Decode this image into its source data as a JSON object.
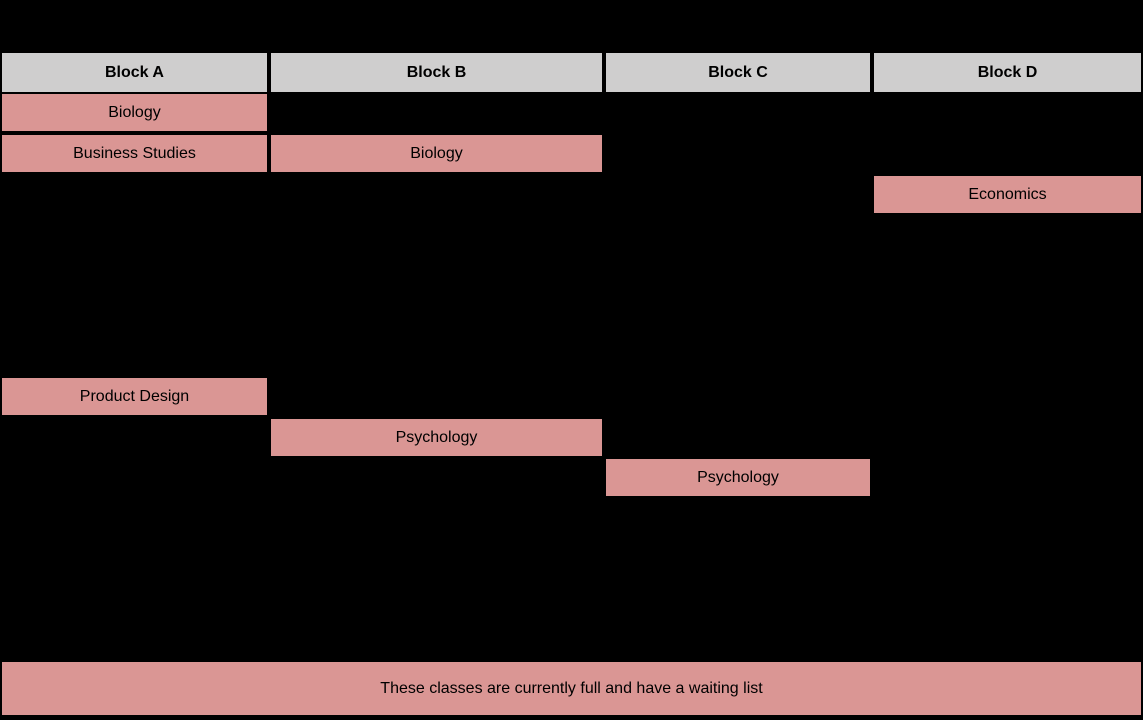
{
  "colors": {
    "background": "#000000",
    "header_gray": "#CFCECE",
    "class_cell_rose": "#DA9694",
    "text": "#000000"
  },
  "schedule": {
    "columns": [
      {
        "id": "block-a",
        "label": "Block A"
      },
      {
        "id": "block-b",
        "label": "Block B"
      },
      {
        "id": "block-c",
        "label": "Block C"
      },
      {
        "id": "block-d",
        "label": "Block D"
      }
    ],
    "classes": [
      {
        "block": "Block A",
        "row": 1,
        "label": "Biology"
      },
      {
        "block": "Block A",
        "row": 2,
        "label": "Business Studies"
      },
      {
        "block": "Block B",
        "row": 2,
        "label": "Biology"
      },
      {
        "block": "Block D",
        "row": 3,
        "label": "Economics"
      },
      {
        "block": "Block A",
        "row": 8,
        "label": "Product Design"
      },
      {
        "block": "Block B",
        "row": 9,
        "label": "Psychology"
      },
      {
        "block": "Block C",
        "row": 10,
        "label": "Psychology"
      }
    ],
    "footer_note": "These classes are currently full and have a waiting list"
  }
}
